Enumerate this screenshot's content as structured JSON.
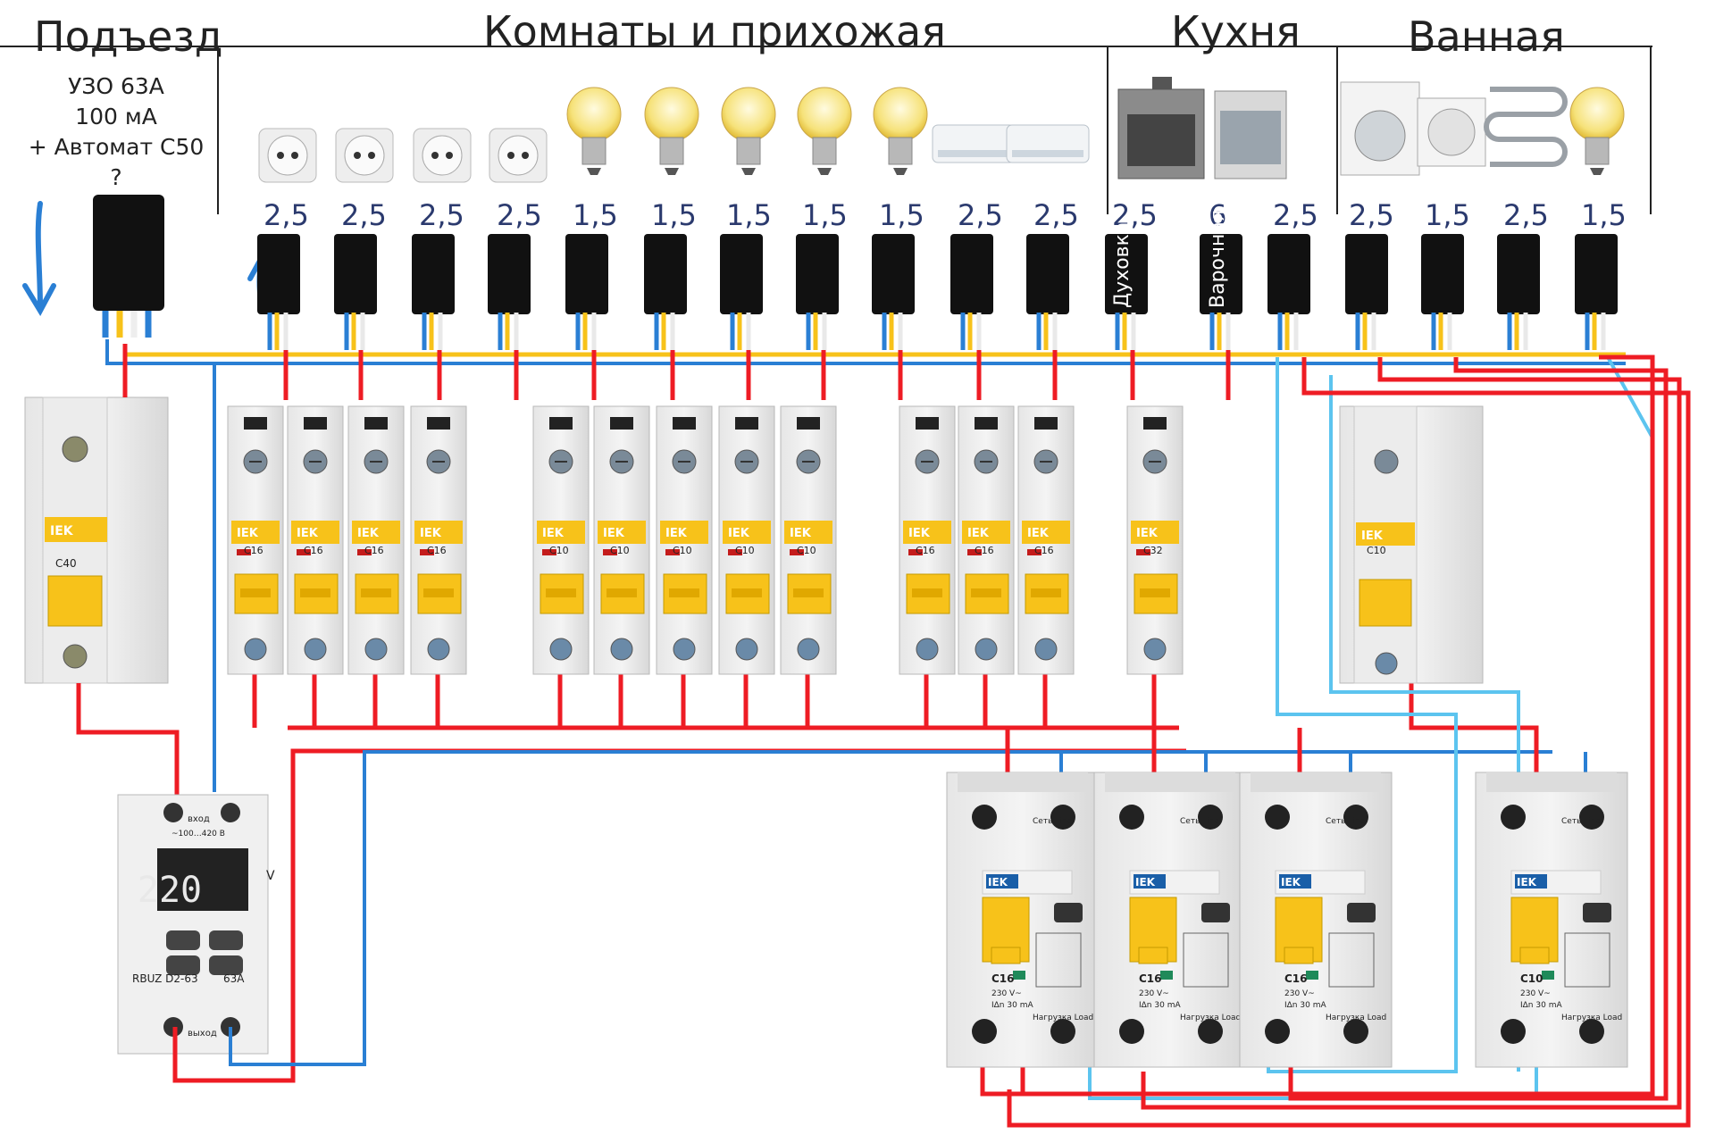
{
  "headers": {
    "entrance": "Подъезд",
    "rooms": "Комнаты и прихожая",
    "kitchen": "Кухня",
    "bathroom": "Ванная"
  },
  "input_note": {
    "line1": "УЗО 63А",
    "line2": "100 мА",
    "line3": "+ Автомат С50",
    "question": "?"
  },
  "cables": [
    {
      "section": "2,5",
      "label": ""
    },
    {
      "section": "2,5",
      "label": ""
    },
    {
      "section": "2,5",
      "label": ""
    },
    {
      "section": "2,5",
      "label": ""
    },
    {
      "section": "1,5",
      "label": ""
    },
    {
      "section": "1,5",
      "label": ""
    },
    {
      "section": "1,5",
      "label": ""
    },
    {
      "section": "1,5",
      "label": ""
    },
    {
      "section": "1,5",
      "label": ""
    },
    {
      "section": "2,5",
      "label": ""
    },
    {
      "section": "2,5",
      "label": ""
    },
    {
      "section": "2,5",
      "label": "Духовка"
    },
    {
      "section": "6",
      "label": "Варочная"
    },
    {
      "section": "2,5",
      "label": ""
    },
    {
      "section": "2,5",
      "label": ""
    },
    {
      "section": "1,5",
      "label": ""
    },
    {
      "section": "2,5",
      "label": ""
    },
    {
      "section": "1,5",
      "label": ""
    }
  ],
  "devices": {
    "main_breaker": {
      "brand": "IEK",
      "rating": "C40"
    },
    "breaker_ratings": [
      "C16",
      "C16",
      "C16",
      "C16",
      "C10",
      "C10",
      "C10",
      "C10",
      "C10",
      "C16",
      "C16",
      "C16",
      "C32"
    ],
    "bath_breaker": {
      "brand": "IEK",
      "rating": "C10"
    },
    "relay": {
      "display": "220",
      "model": "RBUZ D2-63",
      "current": "63A",
      "input": "вход",
      "output": "выход",
      "range": "~100…420 В",
      "unit": "V"
    },
    "rcbos": [
      {
        "rating": "C16",
        "voltage": "230 V~",
        "leak": "IΔn 30 mA",
        "line": "Сеть Line",
        "load": "Нагрузка Load"
      },
      {
        "rating": "C16",
        "voltage": "230 V~",
        "leak": "IΔn 30 mA",
        "line": "Сеть Line",
        "load": "Нагрузка Load"
      },
      {
        "rating": "C16",
        "voltage": "230 V~",
        "leak": "IΔn 30 mA",
        "line": "Сеть Line",
        "load": "Нагрузка Load"
      },
      {
        "rating": "C10",
        "voltage": "230 V~",
        "leak": "IΔn 30 mA",
        "line": "Сеть Line",
        "load": "Нагрузка Load"
      }
    ]
  },
  "colors": {
    "phase": "#ee1c24",
    "neutral": "#2a7fd4",
    "neutral_light": "#5cc4ef",
    "earth": "#f7c21a",
    "breaker_handle": "#f7c21a"
  },
  "icons": [
    "socket-icon",
    "socket-icon",
    "socket-icon",
    "socket-icon",
    "bulb-icon",
    "bulb-icon",
    "bulb-icon",
    "bulb-icon",
    "bulb-icon",
    "air-conditioner-icon",
    "air-conditioner-icon",
    "oven-icon",
    "dishwasher-icon",
    "washing-machine-icon",
    "fan-icon",
    "towel-warmer-icon",
    "bulb-icon"
  ]
}
